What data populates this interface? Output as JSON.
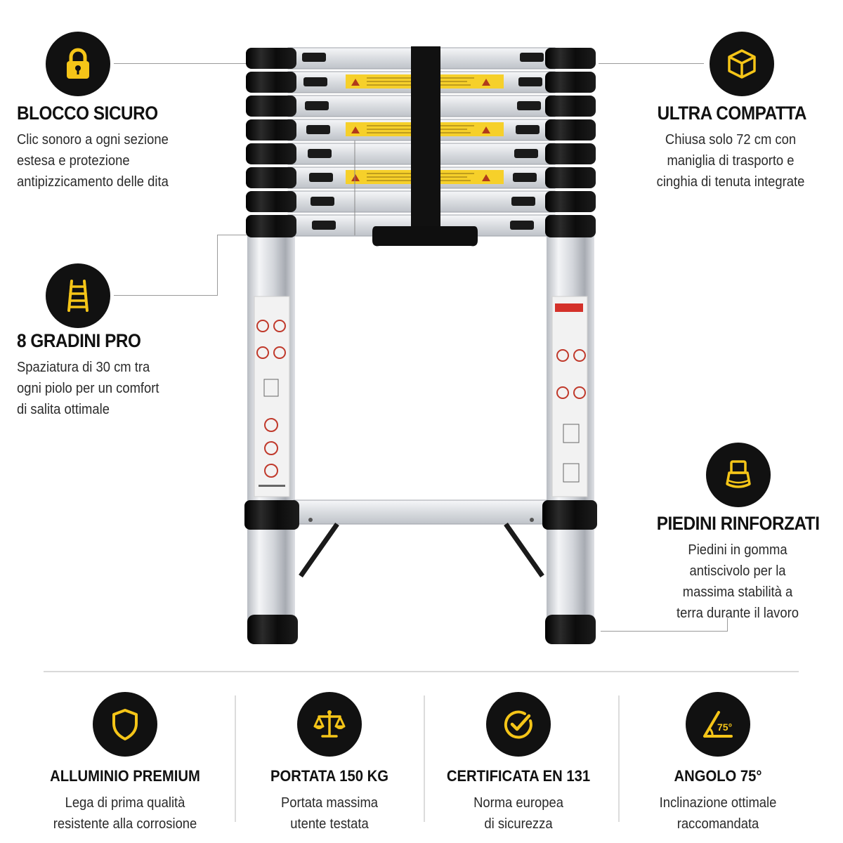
{
  "accent_color": "#f5c518",
  "icon_bg_color": "#111111",
  "features": {
    "blocco": {
      "icon": "padlock-icon",
      "title": "BLOCCO SICURO",
      "lines": [
        "Clic sonoro a ogni sezione",
        "estesa e protezione",
        "antipizzicamento delle dita"
      ]
    },
    "gradini": {
      "icon": "ladder-icon",
      "title": "8 GRADINI PRO",
      "lines": [
        "Spaziatura di 30 cm tra",
        "ogni piolo per un comfort",
        "di salita ottimale"
      ]
    },
    "compatta": {
      "icon": "cube-icon",
      "title": "ULTRA COMPATTA",
      "lines": [
        "Chiusa solo 72 cm con",
        "maniglia di trasporto e",
        "cinghia di tenuta integrate"
      ]
    },
    "piedini": {
      "icon": "foot-cap-icon",
      "title": "PIEDINI RINFORZATI",
      "lines": [
        "Piedini in gomma",
        "antiscivolo per la",
        "massima stabilità a",
        "terra durante il lavoro"
      ]
    }
  },
  "bottom": [
    {
      "icon": "shield-icon",
      "title": "ALLUMINIO PREMIUM",
      "lines": [
        "Lega di prima qualità",
        "resistente alla corrosione"
      ]
    },
    {
      "icon": "scale-icon",
      "title": "PORTATA 150 KG",
      "lines": [
        "Portata massima",
        "utente testata"
      ]
    },
    {
      "icon": "checkmark-icon",
      "title": "CERTIFICATA EN 131",
      "lines": [
        "Norma europea",
        "di sicurezza"
      ]
    },
    {
      "icon": "angle-icon",
      "title": "ANGOLO 75°",
      "lines": [
        "Inclinazione ottimale",
        "raccomandata"
      ],
      "angle_label": "75°"
    }
  ]
}
